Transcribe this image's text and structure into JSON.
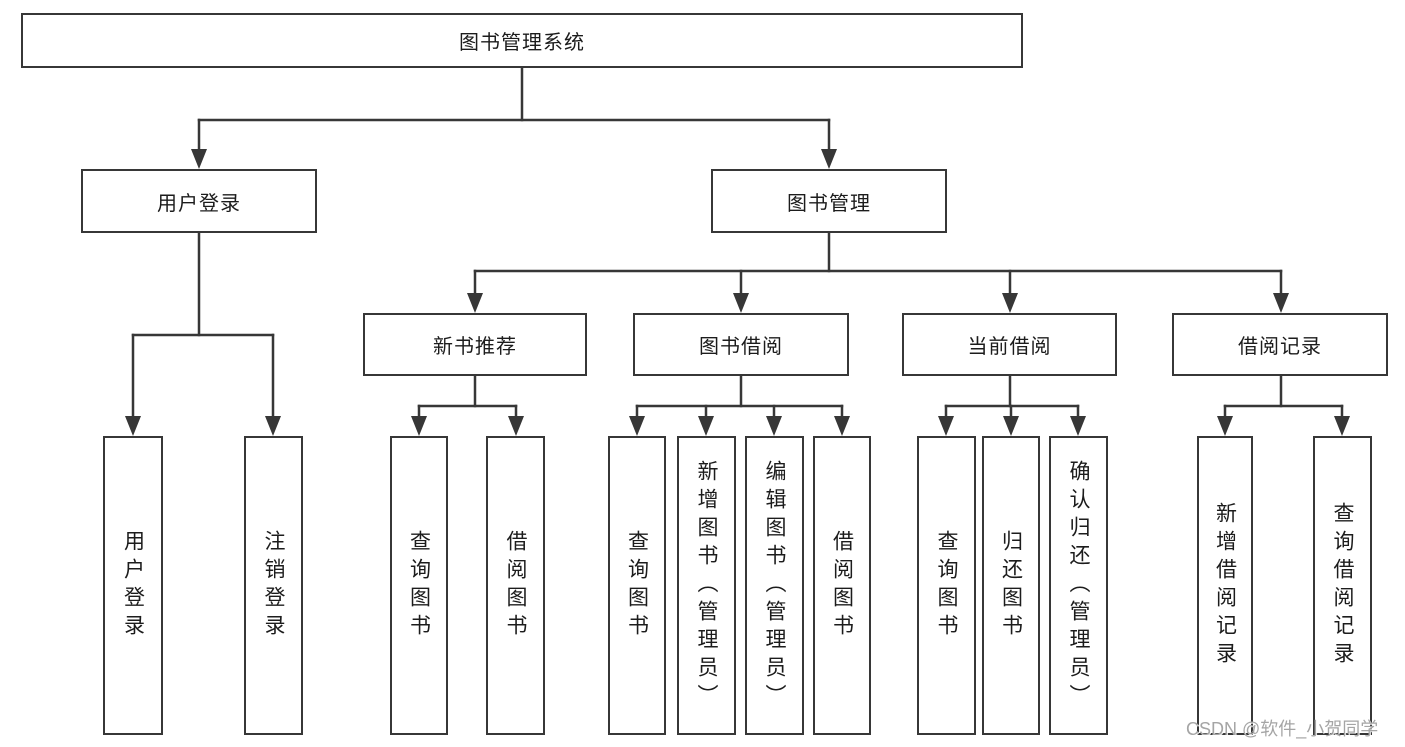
{
  "style": {
    "line_color": "#373737",
    "box_border_color": "#373737",
    "text_color": "#1c1c1c",
    "watermark_color": "#a5a5a5",
    "background": "#ffffff"
  },
  "root": {
    "label": "图书管理系统"
  },
  "user_login": {
    "label": "用户登录",
    "children": [
      {
        "label": "用户登录"
      },
      {
        "label": "注销登录"
      }
    ]
  },
  "book_mgmt": {
    "label": "图书管理",
    "children": [
      {
        "label": "新书推荐",
        "children": [
          {
            "label": "查询图书"
          },
          {
            "label": "借阅图书"
          }
        ]
      },
      {
        "label": "图书借阅",
        "children": [
          {
            "label": "查询图书"
          },
          {
            "label": "新增图书（管理员）"
          },
          {
            "label": "编辑图书（管理员）"
          },
          {
            "label": "借阅图书"
          }
        ]
      },
      {
        "label": "当前借阅",
        "children": [
          {
            "label": "查询图书"
          },
          {
            "label": "归还图书"
          },
          {
            "label": "确认归还（管理员）"
          }
        ]
      },
      {
        "label": "借阅记录",
        "children": [
          {
            "label": "新增借阅记录"
          },
          {
            "label": "查询借阅记录"
          }
        ]
      }
    ]
  },
  "watermark": "CSDN @软件_小贺同学"
}
